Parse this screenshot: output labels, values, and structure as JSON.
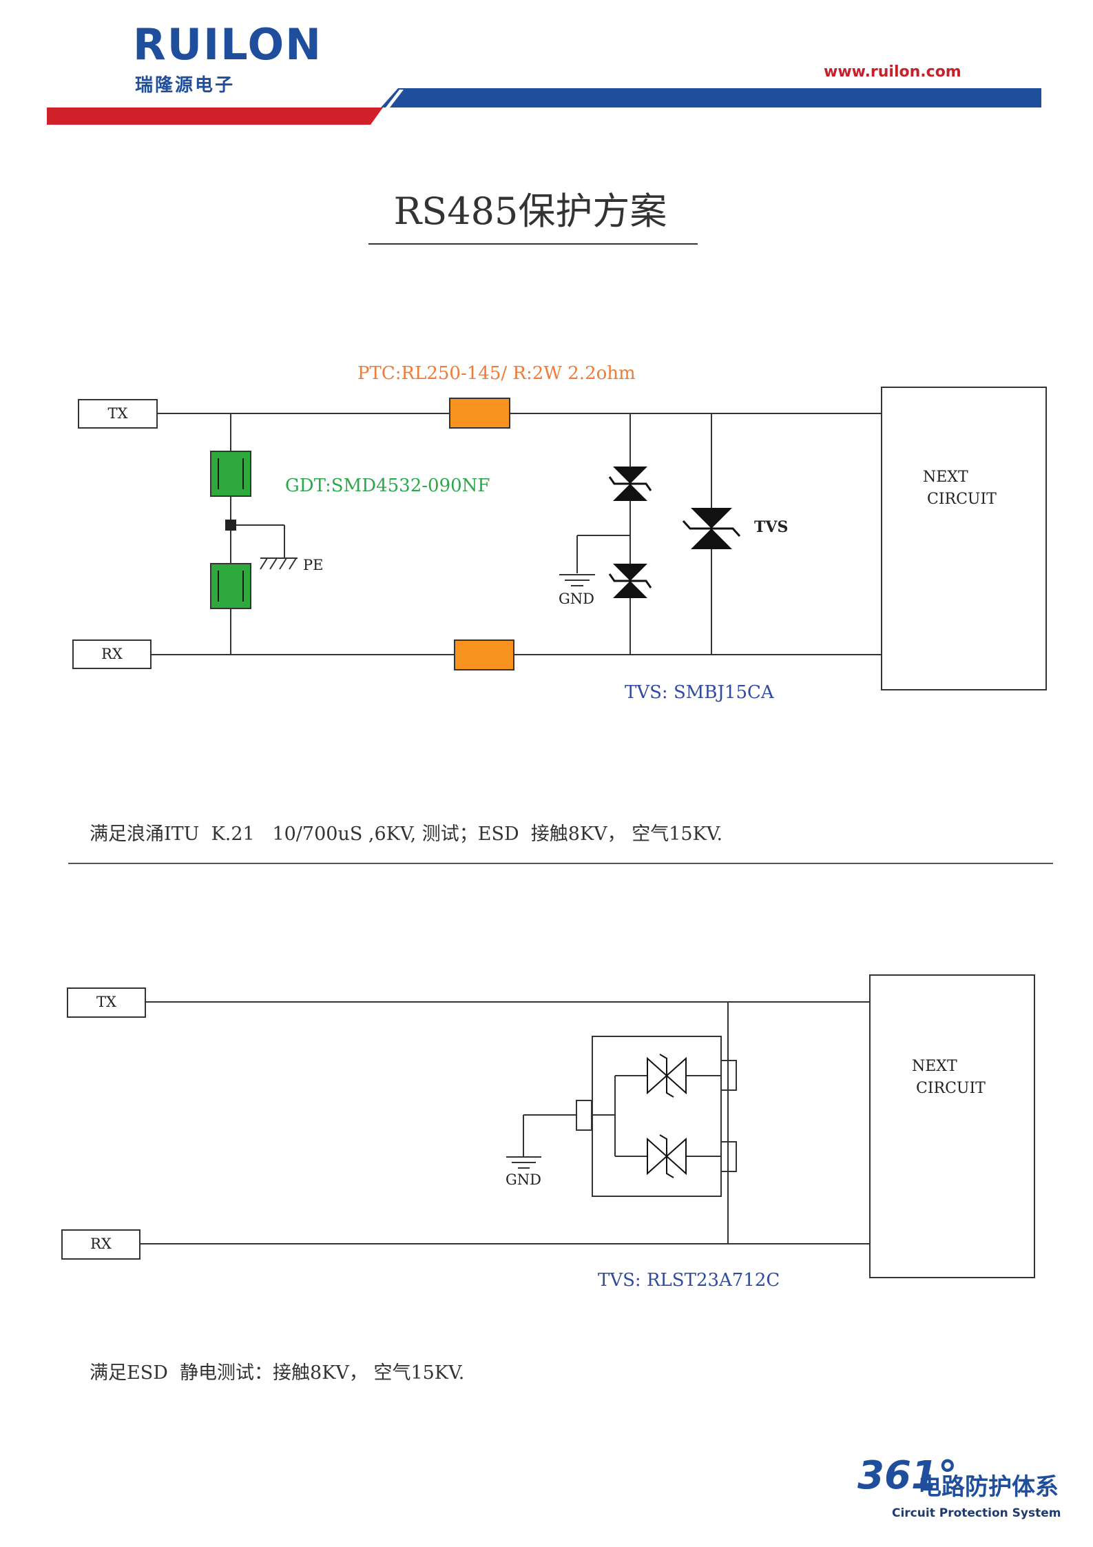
{
  "header": {
    "brand_name": "RUILON",
    "brand_cn": "瑞隆源电子",
    "website": "www.ruilon.com",
    "colors": {
      "brand_blue": "#1f4e9c",
      "brand_red": "#d0202a"
    }
  },
  "page": {
    "title": "RS485保护方案"
  },
  "diagram1": {
    "tx_label": "TX",
    "rx_label": "RX",
    "ptc_label": "PTC:RL250-145/ R:2W 2.2ohm",
    "gdt_label": "GDT:SMD4532-090NF",
    "pe_label": "PE",
    "gnd_label": "GND",
    "tvs_label": "TVS",
    "tvs_part_label": "TVS: SMBJ15CA",
    "next_circuit_line1": "NEXT",
    "next_circuit_line2": "CIRCUIT",
    "note": "满足浪涌ITU  K.21   10/700uS ,6KV, 测试；ESD  接触8KV， 空气15KV.",
    "colors": {
      "ptc": "#f7931e",
      "gdt": "#2eaa3c",
      "ptc_text": "#f07a36",
      "gdt_text": "#2aa84a",
      "tvs_text": "#2f4aa0"
    }
  },
  "diagram2": {
    "tx_label": "TX",
    "rx_label": "RX",
    "gnd_label": "GND",
    "tvs_part_label": "TVS: RLST23A712C",
    "next_circuit_line1": "NEXT",
    "next_circuit_line2": "CIRCUIT",
    "note": "满足ESD  静电测试：接触8KV， 空气15KV."
  },
  "footer": {
    "badge_number": "361°",
    "badge_cn": "电路防护体系",
    "badge_en": "Circuit Protection System"
  }
}
